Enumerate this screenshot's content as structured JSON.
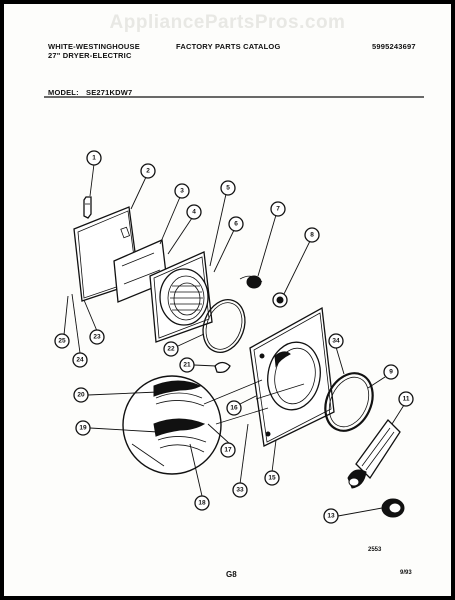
{
  "watermark": "AppliancePartsPros.com",
  "header": {
    "brand_line1": "WHITE-WESTINGHOUSE",
    "brand_line2": "27\" DRYER-ELECTRIC",
    "catalog": "FACTORY PARTS CATALOG",
    "catalog_number": "5995243697",
    "model_label": "MODEL:",
    "model_value": "SE271KDW7"
  },
  "callouts": [
    "1",
    "2",
    "3",
    "4",
    "5",
    "6",
    "7",
    "8",
    "9",
    "11",
    "13",
    "15",
    "16",
    "17",
    "18",
    "19",
    "20",
    "21",
    "22",
    "23",
    "24",
    "25",
    "33",
    "34"
  ],
  "footer": {
    "drawing_number": "2553",
    "page_code": "G8",
    "date_code": "9/93"
  }
}
